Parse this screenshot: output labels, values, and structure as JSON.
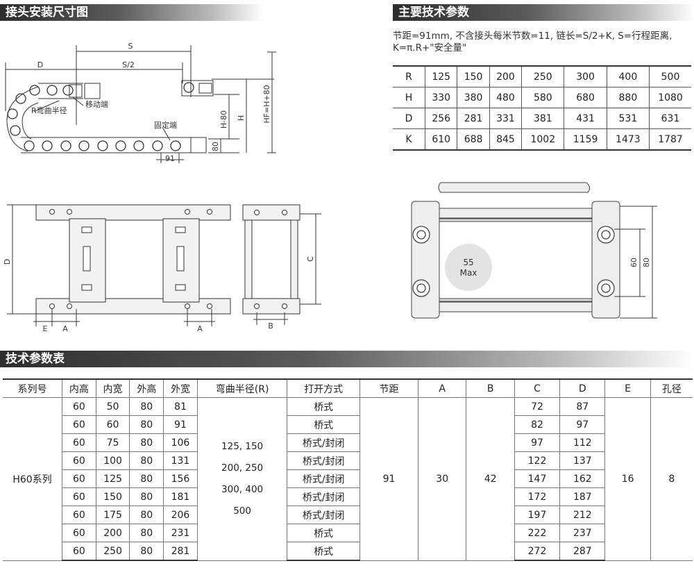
{
  "headers": {
    "install": "接头安装尺寸图",
    "main_tech": "主要技术参数",
    "table": "技术参数表"
  },
  "note": "节距=91mm, 不含接头每米节数=11, 链长=S/2+K, S=行程距离, K=π.R+\"安全量\"",
  "drawing1": {
    "S": "S",
    "S2": "S/2",
    "D": "D",
    "R": "R弯曲半径",
    "moving": "移动端",
    "fixed": "固定端",
    "pitch": "91",
    "H80": "H-80",
    "H": "H",
    "HF": "HF=H+80",
    "dim80": "80"
  },
  "drawing2": {
    "D": "D",
    "E": "E",
    "A": "A",
    "A2": "A"
  },
  "drawing3": {
    "C": "C",
    "B": "B"
  },
  "drawing4": {
    "circle_top": "55",
    "circle_bottom": "Max",
    "d60": "60",
    "d80": "80"
  },
  "spec": [
    {
      "label": "R",
      "values": [
        "125",
        "150",
        "200",
        "250",
        "300",
        "400",
        "500"
      ]
    },
    {
      "label": "H",
      "values": [
        "330",
        "380",
        "480",
        "580",
        "680",
        "880",
        "1080"
      ]
    },
    {
      "label": "D",
      "values": [
        "256",
        "281",
        "331",
        "381",
        "431",
        "531",
        "631"
      ]
    },
    {
      "label": "K",
      "values": [
        "610",
        "688",
        "845",
        "1002",
        "1159",
        "1473",
        "1787"
      ]
    }
  ],
  "table": {
    "columns": [
      "系列号",
      "内高",
      "内宽",
      "外高",
      "外宽",
      "弯曲半径(R)",
      "打开方式",
      "节距",
      "A",
      "B",
      "C",
      "D",
      "E",
      "孔径"
    ],
    "series": "H60系列",
    "radius_lines": [
      "125, 150",
      "200, 250",
      "300, 400",
      "500"
    ],
    "pitch": "91",
    "A": "30",
    "B": "42",
    "E": "16",
    "hole": "8",
    "rows": [
      {
        "ih": "60",
        "iw": "50",
        "oh": "80",
        "ow": "81",
        "open": "桥式",
        "C": "72",
        "D": "87"
      },
      {
        "ih": "60",
        "iw": "60",
        "oh": "80",
        "ow": "91",
        "open": "桥式",
        "C": "82",
        "D": "97"
      },
      {
        "ih": "60",
        "iw": "75",
        "oh": "80",
        "ow": "106",
        "open": "桥式/封闭",
        "C": "97",
        "D": "112"
      },
      {
        "ih": "60",
        "iw": "100",
        "oh": "80",
        "ow": "131",
        "open": "桥式/封闭",
        "C": "122",
        "D": "137"
      },
      {
        "ih": "60",
        "iw": "125",
        "oh": "80",
        "ow": "156",
        "open": "桥式/封闭",
        "C": "147",
        "D": "162"
      },
      {
        "ih": "60",
        "iw": "150",
        "oh": "80",
        "ow": "181",
        "open": "桥式/封闭",
        "C": "172",
        "D": "187"
      },
      {
        "ih": "60",
        "iw": "175",
        "oh": "80",
        "ow": "206",
        "open": "桥式/封闭",
        "C": "197",
        "D": "212"
      },
      {
        "ih": "60",
        "iw": "200",
        "oh": "80",
        "ow": "231",
        "open": "桥式",
        "C": "222",
        "D": "237"
      },
      {
        "ih": "60",
        "iw": "250",
        "oh": "80",
        "ow": "281",
        "open": "桥式",
        "C": "272",
        "D": "287"
      }
    ]
  }
}
